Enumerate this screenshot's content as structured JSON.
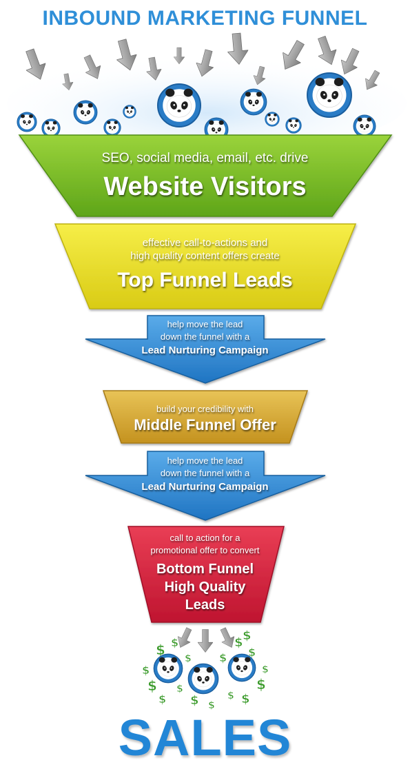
{
  "title": "INBOUND MARKETING FUNNEL",
  "stages": {
    "visitors": {
      "sub": "SEO, social media, email, etc. drive",
      "main": "Website Visitors",
      "color": "#7fc12c"
    },
    "top": {
      "sub1": "effective call-to-actions and",
      "sub2": "high quality content offers create",
      "main": "Top Funnel Leads",
      "color": "#ece12b"
    },
    "nurture1": {
      "line1": "help move the lead",
      "line2": "down the funnel with a",
      "line3": "Lead Nurturing Campaign",
      "color": "#3b94dc"
    },
    "middle": {
      "sub": "build your credibility with",
      "main": "Middle Funnel Offer",
      "color": "#d9ad3a"
    },
    "nurture2": {
      "line1": "help move the lead",
      "line2": "down the funnel with a",
      "line3": "Lead Nurturing Campaign",
      "color": "#3b94dc"
    },
    "bottom": {
      "sub1": "call to action for a",
      "sub2": "promotional offer to convert",
      "main1": "Bottom Funnel",
      "main2": "High Quality",
      "main3": "Leads",
      "color": "#d8253f"
    }
  },
  "result": "SALES",
  "icons": {
    "arrow": "down-arrow-icon",
    "lead": "panda-lead-icon",
    "money": "dollar-sign-icon"
  },
  "colors": {
    "title": "#2f8fd8",
    "sales": "#2286d6",
    "arrow_gray": "#9b9b9b",
    "dollar": "#3a9a2a"
  }
}
